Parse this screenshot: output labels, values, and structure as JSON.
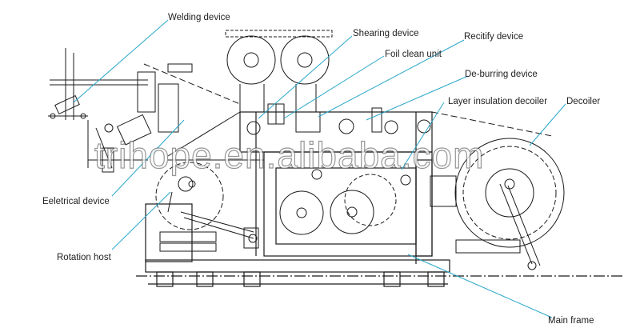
{
  "labels": {
    "welding": "Welding device",
    "shearing": "Shearing device",
    "rectify": "Recitify device",
    "foil_clean": "Foil clean unit",
    "deburring": "De-burring device",
    "layer_insulation": "Layer insulation decoiler",
    "decoiler": "Decoiler",
    "electrical": "Eeletrical device",
    "rotation": "Rotation host",
    "main_frame": "Main frame"
  },
  "watermark": "trihope.en.alibaba.com",
  "colors": {
    "line": "#1a1a1a",
    "leader": "#2aa7c9",
    "text": "#222222"
  }
}
